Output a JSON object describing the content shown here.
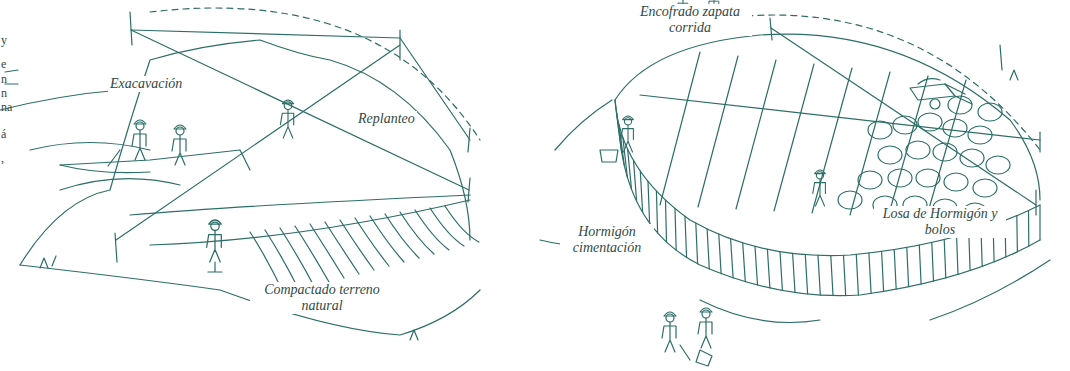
{
  "diagram": {
    "labels": [
      "y",
      "e",
      "n",
      "n",
      "na",
      "á",
      ",",
      "Exacavación",
      "Replanteo",
      "Compactado terreno natural",
      "Encofrado zapata corrida",
      "Hormigón cimentación",
      "Losa de Hormigón y bolos"
    ]
  }
}
